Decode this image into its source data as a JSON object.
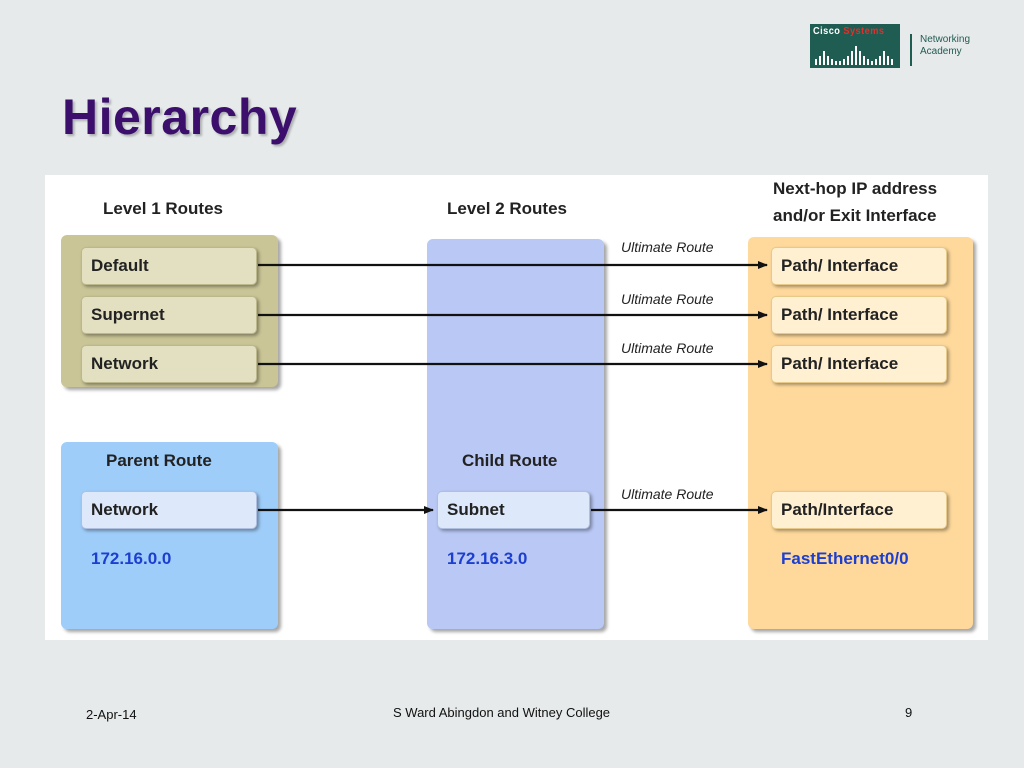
{
  "slide": {
    "title": "Hierarchy",
    "logo": {
      "brand_part1": "Cisco",
      "brand_part2": "Systems",
      "academy_line1": "Networking",
      "academy_line2": "Academy"
    },
    "footer": {
      "date": "2-Apr-14",
      "center": "S Ward  Abingdon and Witney College",
      "page": "9"
    }
  },
  "diagram": {
    "headers": {
      "level1": "Level 1 Routes",
      "level2": "Level 2 Routes",
      "nexthop_line1": "Next-hop IP address",
      "nexthop_line2": "and/or Exit Interface"
    },
    "level1_routes": [
      "Default",
      "Supernet",
      "Network"
    ],
    "path_labels": [
      "Path/ Interface",
      "Path/ Interface",
      "Path/ Interface",
      "Path/Interface"
    ],
    "ultimate_route_label": "Ultimate Route",
    "parent": {
      "heading": "Parent Route",
      "box": "Network",
      "ip": "172.16.0.0"
    },
    "child": {
      "heading": "Child Route",
      "box": "Subnet",
      "ip": "172.16.3.0"
    },
    "exit_interface": "FastEthernet0/0"
  },
  "colors": {
    "title": "#3b0f6b",
    "level1_panel": "#c9c596",
    "level2_panel": "#b9c8f4",
    "parent_panel": "#9fcdfa",
    "nexthop_panel": "#fed99b",
    "ip_text": "#1d3fd0"
  }
}
